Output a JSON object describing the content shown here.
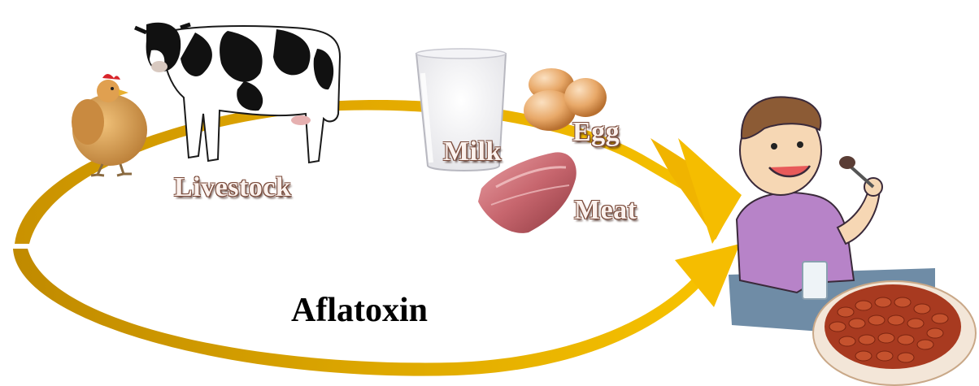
{
  "labels": {
    "livestock": "Livestock",
    "milk": "Milk",
    "egg": "Egg",
    "meat": "Meat",
    "center": "Aflatoxin"
  },
  "colors": {
    "arrow_gold": "#f0b400",
    "arrow_dark_gold": "#c99200",
    "label_fill": "#fbf2ee",
    "label_outline": "#7a4a3a"
  },
  "icons": [
    "chicken-icon",
    "cow-icon",
    "milk-glass-icon",
    "eggs-icon",
    "meat-icon",
    "boy-eating-icon",
    "beans-plate-icon"
  ]
}
